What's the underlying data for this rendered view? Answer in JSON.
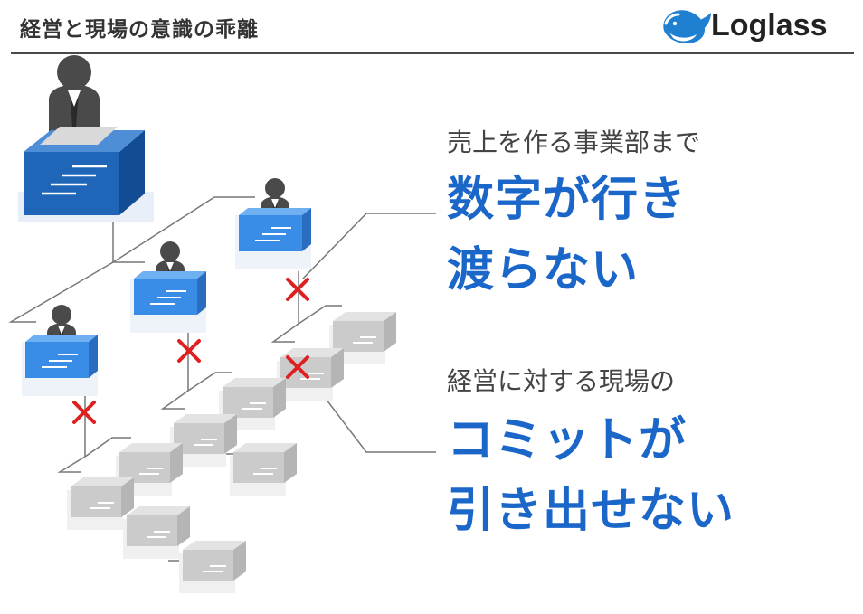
{
  "header": {
    "title": "経営と現場の意識の乖離",
    "brand": "Loglass"
  },
  "callouts": [
    {
      "subtitle": "売上を作る事業部まで",
      "lines": [
        "数字が行き",
        "渡らない"
      ]
    },
    {
      "subtitle": "経営に対する現場の",
      "lines": [
        "コミットが",
        "引き出せない"
      ]
    }
  ],
  "colors": {
    "accent": "#1b66c9",
    "break_mark": "#e02020",
    "executive_desk": "#1f65b8",
    "manager_desk": "#3c8fe6",
    "staff_box": "#d0d0d0",
    "person": "#4a4a4a"
  },
  "icons": {
    "brand": "whale-icon",
    "executive": "executive-person-icon",
    "manager": "manager-person-icon",
    "staff": "staff-box-icon",
    "broken_link": "cross-mark-icon"
  }
}
